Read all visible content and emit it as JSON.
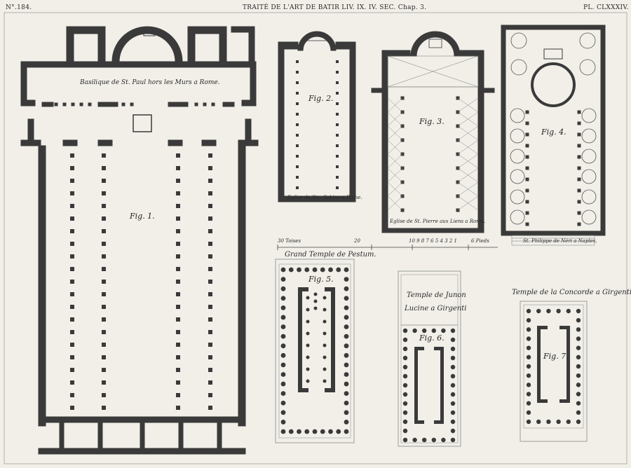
{
  "header": {
    "number": "N°.184.",
    "title": "TRAITÉ DE L'ART DE BATIR LIV. IX. IV. SEC. Chap. 3.",
    "plate": "PL. CLXXXIV."
  },
  "figures": {
    "fig1": "Fig. 1.",
    "fig2": "Fig. 2.",
    "fig3": "Fig. 3.",
    "fig4": "Fig. 4.",
    "fig5": "Fig. 5.",
    "fig6": "Fig. 6.",
    "fig7": "Fig. 7."
  },
  "captions": {
    "fig1": "Basilique de St. Paul hors les Murs a Rome.",
    "fig2": "Eglise de Ste. Sabine a Rome.",
    "fig3": "Eglise de St. Pierre aux Liens a Rome.",
    "fig4": "St. Philippe de Néri a Naples.",
    "fig5": "Grand Temple de Pestum.",
    "fig6_line1": "Temple de Junon",
    "fig6_line2": "Lucine a Girgenti",
    "fig7": "Temple de la Concorde a Girgenti"
  },
  "scale": {
    "left_label": "30 Toises",
    "mid_label": "20",
    "right_numbers": "10  9  8  7  6  5  4  3  2  1",
    "unit": "6 Pieds"
  },
  "colors": {
    "ink": "#3a3a3a",
    "paper": "#f1efe8",
    "line": "#555555"
  }
}
